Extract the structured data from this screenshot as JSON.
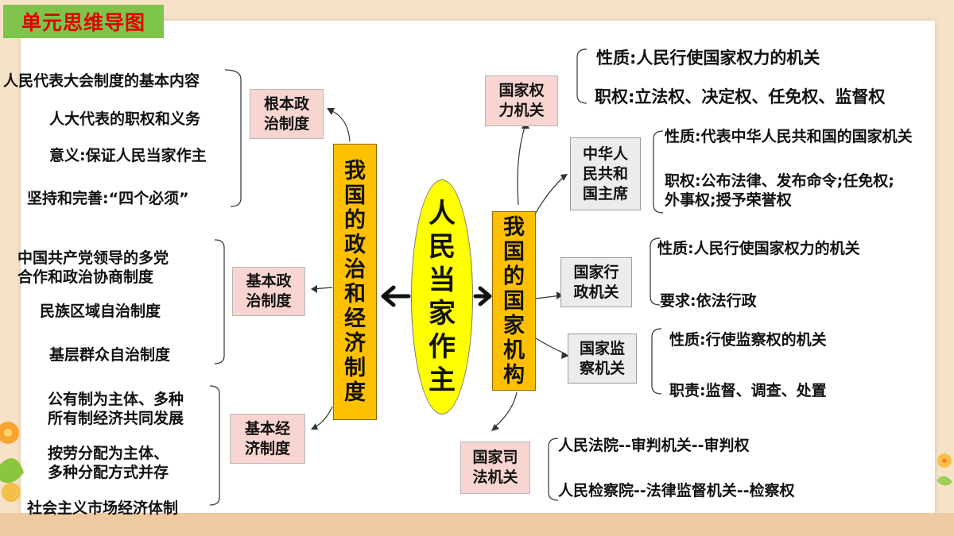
{
  "title": "单元思维导图",
  "center": "人民当家作主",
  "left_branch": {
    "label": "我国的政治和经济制度",
    "groups": [
      {
        "label": "根本政治制度",
        "items": [
          "人民代表大会制度的基本内容",
          "人大代表的职权和义务",
          "意义:保证人民当家作主",
          "坚持和完善:“四个必须”"
        ]
      },
      {
        "label": "基本政治制度",
        "items": [
          "中国共产党领导的多党\n合作和政治协商制度",
          "民族区域自治制度",
          "基层群众自治制度"
        ]
      },
      {
        "label": "基本经济制度",
        "items": [
          "公有制为主体、多种\n所有制经济共同发展",
          "按劳分配为主体、\n多种分配方式并存",
          "社会主义市场经济体制"
        ]
      }
    ]
  },
  "right_branch": {
    "label": "我国的国家机构",
    "groups": [
      {
        "label": "国家权力机关",
        "items": [
          "性质:人民行使国家权力的机关",
          "职权:立法权、决定权、任免权、监督权"
        ]
      },
      {
        "label": "中华人民共和国主席",
        "items": [
          "性质:代表中华人民共和国的国家机关",
          "职权:公布法律、发布命令;任免权;\n外事权;授予荣誉权"
        ]
      },
      {
        "label": "国家行政机关",
        "items": [
          "性质:人民行使国家权力的机关",
          "要求:依法行政"
        ]
      },
      {
        "label": "国家监察机关",
        "items": [
          "性质:行使监察权的机关",
          "职责:监督、调查、处置"
        ]
      },
      {
        "label": "国家司法机关",
        "items": [
          "人民法院--审判机关--审判权",
          "人民检察院--法律监督机关--检察权"
        ]
      }
    ]
  }
}
